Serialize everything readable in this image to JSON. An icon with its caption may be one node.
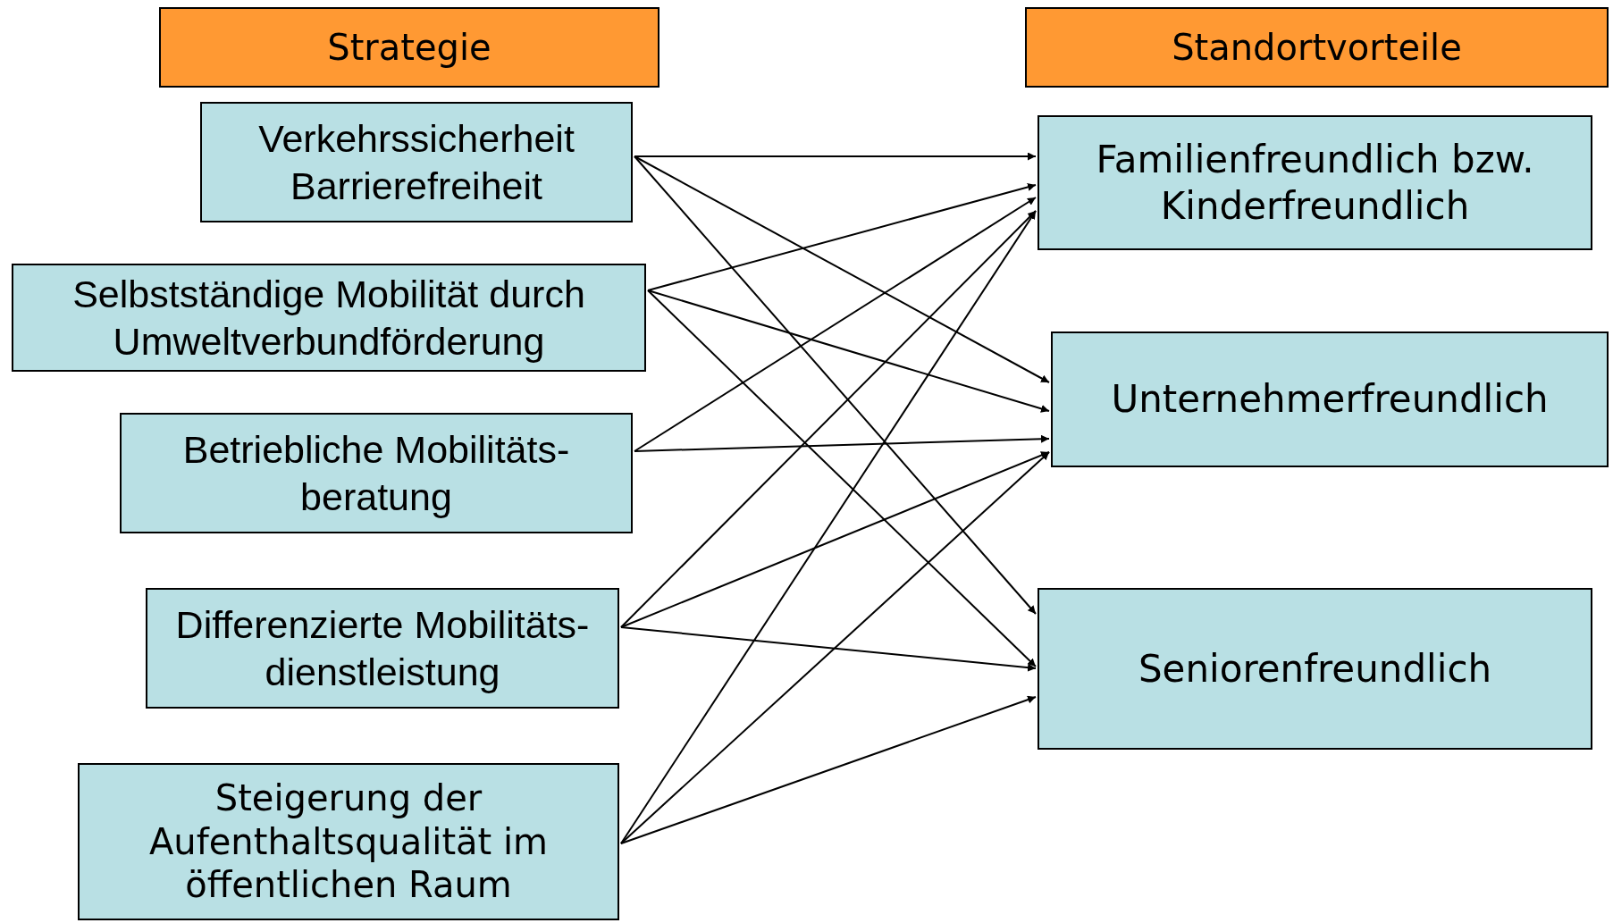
{
  "diagram": {
    "nodes": [
      {
        "text": [
          "Strategie"
        ]
      },
      {
        "text": [
          "Standortvorteile"
        ]
      },
      {
        "text": [
          "Verkehrssicherheit Barrierefreiheit"
        ]
      },
      {
        "text": [
          "Selbstständige Mobilität durch Umweltverbundförderung"
        ]
      },
      {
        "text": [
          "Betriebliche Mobilitäts-beratung"
        ]
      },
      {
        "text": [
          "Differenzierte Mobilitäts-dienstleistung"
        ]
      },
      {
        "text": [
          "Steigerung der Aufenthaltsqualität im öffentlichen Raum"
        ]
      },
      {
        "text": [
          "Familienfreundlich bzw. Kinderfreundlich"
        ]
      },
      {
        "text": [
          "Unternehmerfreundlich"
        ]
      },
      {
        "text": [
          "Seniorenfreundlich"
        ]
      }
    ],
    "edges": [
      {
        "from": 2,
        "to": 7,
        "arrow": "to"
      },
      {
        "from": 2,
        "to": 8,
        "arrow": "to"
      },
      {
        "from": 2,
        "to": 9,
        "arrow": "to"
      },
      {
        "from": 3,
        "to": 7,
        "arrow": "to"
      },
      {
        "from": 3,
        "to": 8,
        "arrow": "to"
      },
      {
        "from": 3,
        "to": 9,
        "arrow": "to"
      },
      {
        "from": 4,
        "to": 7,
        "arrow": "to"
      },
      {
        "from": 4,
        "to": 8,
        "arrow": "to"
      },
      {
        "from": 5,
        "to": 7,
        "arrow": "to"
      },
      {
        "from": 5,
        "to": 8,
        "arrow": "to"
      },
      {
        "from": 5,
        "to": 9,
        "arrow": "to"
      },
      {
        "from": 6,
        "to": 7,
        "arrow": "to"
      },
      {
        "from": 6,
        "to": 8,
        "arrow": "to"
      },
      {
        "from": 6,
        "to": 9,
        "arrow": "to"
      }
    ]
  }
}
